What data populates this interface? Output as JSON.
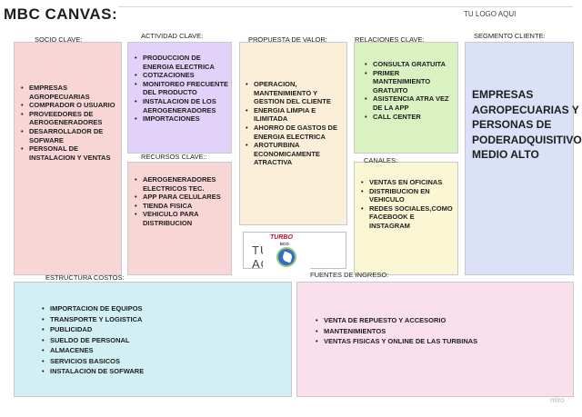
{
  "title": "MBC  CANVAS:",
  "logo_placeholder": "TU LOGO AQUI",
  "logo_center_text": "TU LOGO AQUI",
  "brand": {
    "name": "TURBO",
    "sub": "ECO"
  },
  "socio": {
    "label": "SOCIO CLAVE:",
    "items": [
      "EMPRESAS AGROPECUARIAS",
      "COMPRADOR O USUARIO",
      "PROVEEDORES DE AEROGENERADORES",
      "DESARROLLADOR DE SOFWARE",
      "PERSONAL DE INSTALACION Y VENTAS"
    ]
  },
  "actividad": {
    "label": "ACTIVIDAD CLAVE:",
    "items": [
      "PRODUCCION DE ENERGIA ELECTRICA",
      "COTIZACIONES",
      "MONITOREO FRECUENTE DEL PRODUCTO",
      "INSTALACION DE LOS AEROGENERADORES",
      "IMPORTACIONES"
    ]
  },
  "recursos": {
    "label": "RECURSOS CLAVE::",
    "items": [
      "AEROGENERADORES ELECTRICOS TEC.",
      "APP PARA CELULARES",
      "TIENDA FISICA",
      "VEHICULO PARA DISTRIBUCION"
    ]
  },
  "propuesta": {
    "label": "PROPUESTA DE VALOR:",
    "items": [
      "OPERACION, MANTENIMIENTO Y GESTION DEL CLIENTE",
      "ENERGIA LIMPIA E ILIMITADA",
      "AHORRO DE GASTOS DE ENERGIA ELECTRICA",
      "AROTURBINA ECONOMICAMENTE ATRACTIVA"
    ]
  },
  "relaciones": {
    "label": "RELACIONES CLAVE:",
    "items": [
      "CONSULTA GRATUITA",
      "PRIMER MANTENIMIENTO GRATUITO",
      "ASISTENCIA ATRA VEZ DE LA APP",
      "CALL CENTER"
    ]
  },
  "canales": {
    "label": "CANALES:",
    "items": [
      "VENTAS EN OFICINAS",
      "DISTRIBUCION EN VEHICULO",
      "REDES SOCIALES,COMO FACEBOOK E INSTAGRAM"
    ]
  },
  "segmento": {
    "label": "SEGMENTO CLIENTE:",
    "text": "EMPRESAS AGROPECUARIAS Y PERSONAS DE PODERADQUISITIVO MEDIO ALTO"
  },
  "costos": {
    "label": "ESTRUCTURA COSTOS:",
    "items": [
      "IMPORTACION DE EQUIPOS",
      "TRANSPORTE Y LOGISTICA",
      "PUBLICIDAD",
      "SUELDO DE PERSONAL",
      "ALMACENES",
      "SERVICIOS BASICOS",
      "INSTALACION DE SOFWARE"
    ]
  },
  "ingresos": {
    "label": "FUENTES DE INGRESO:",
    "items": [
      "VENTA DE REPUESTO Y ACCESORIO",
      "MANTENIMIENTOS",
      "VENTAS FISICAS Y ONLINE DE LAS TURBINAS"
    ]
  },
  "watermark": "miro"
}
